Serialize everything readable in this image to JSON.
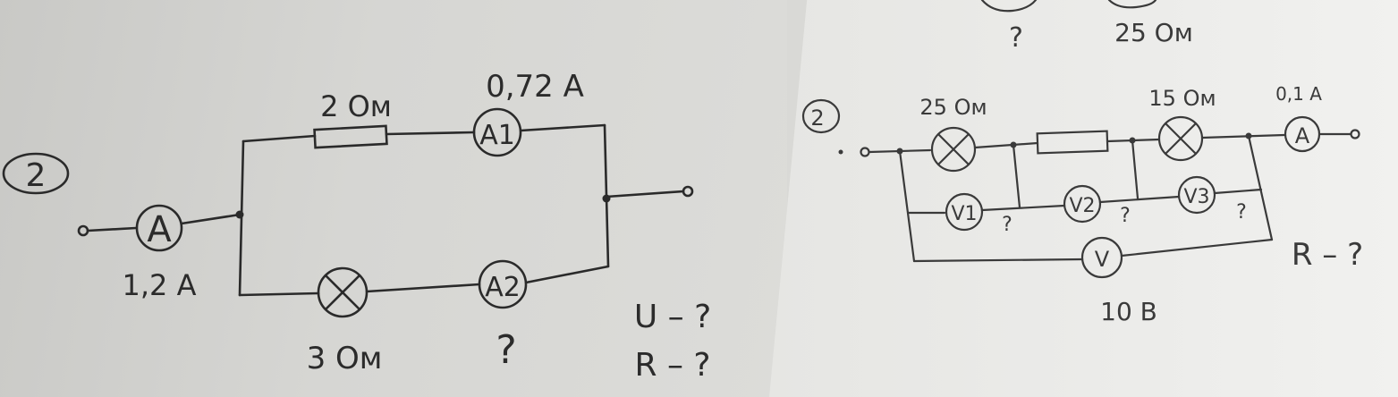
{
  "left": {
    "problem_number": "2",
    "ammeter_main": "A",
    "ammeter_main_value": "1,2 A",
    "resistor_label": "2 Ом",
    "ammeter_1": "A1",
    "ammeter_1_value": "0,72 A",
    "lamp_label": "3 Ом",
    "ammeter_2": "A2",
    "ammeter_2_value": "?",
    "question_u": "U – ?",
    "question_r": "R – ?"
  },
  "right": {
    "top_question": "?",
    "top_value": "25 Ом",
    "problem_number": "2",
    "lamp1_label": "25 Ом",
    "lamp2_label": "15 Ом",
    "ammeter": "A",
    "ammeter_value": "0,1 A",
    "voltmeter_1": "V1",
    "voltmeter_1_value": "?",
    "voltmeter_2": "V2",
    "voltmeter_2_value": "?",
    "voltmeter_3": "V3",
    "voltmeter_3_value": "?",
    "voltmeter_total": "V",
    "voltmeter_total_value": "10 B",
    "question_r": "R – ?"
  }
}
